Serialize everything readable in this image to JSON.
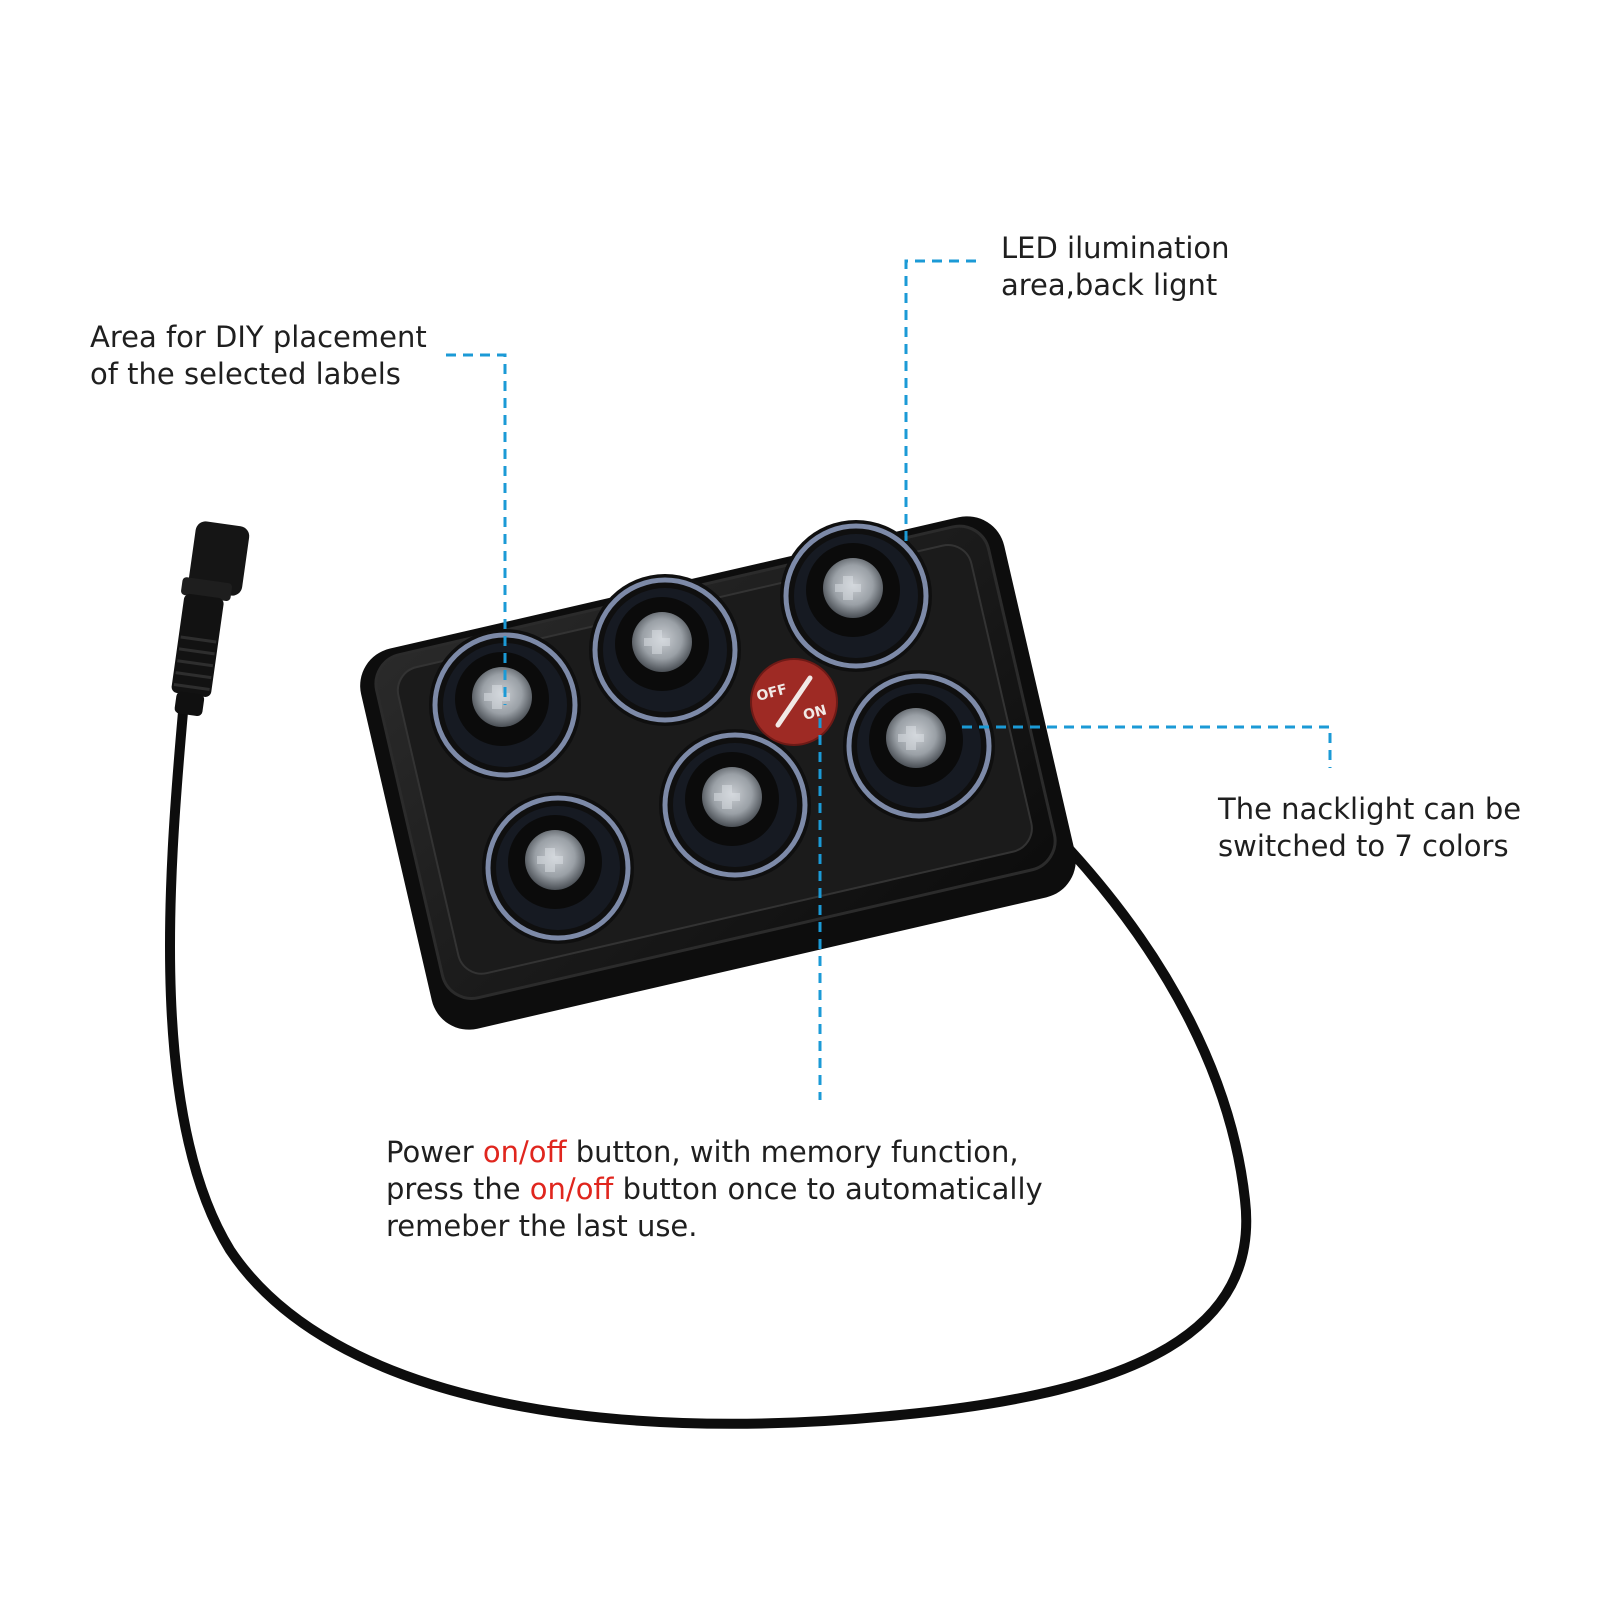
{
  "colors": {
    "leader_line": "#1b9ad6",
    "highlight": "#e0261e",
    "text": "#1f1f1f",
    "device_body": "#161616",
    "button_ring": "#7d8aa8",
    "power_button": "#9e2a24"
  },
  "callouts": {
    "diy": {
      "line1": "Area for DIY placement",
      "line2": "of the selected labels"
    },
    "led": {
      "line1": "LED ilumination",
      "line2": "area,back lignt"
    },
    "backlight": {
      "line1": "The nacklight can be",
      "line2": "switched to 7 colors"
    },
    "power": {
      "l1_pre": "Power ",
      "l1_hl": "on/off",
      "l1_post": " button, with memory function,",
      "l2_pre": "press the ",
      "l2_hl": "on/off",
      "l2_post": " button once to automatically",
      "l3": "remeber the last use."
    }
  },
  "device": {
    "power_button_top": "OFF",
    "power_button_bottom": "ON",
    "button_count": 6
  }
}
